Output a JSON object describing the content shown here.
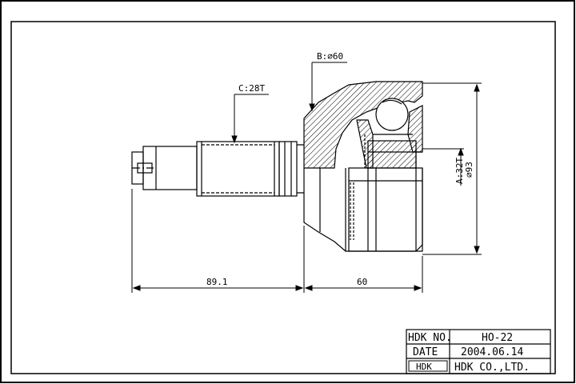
{
  "drawing": {
    "callouts": {
      "b_label": "B:⌀60",
      "c_label": "C:28T",
      "a_label": "A:32T",
      "outer_dia_label": "⌀93"
    },
    "dimensions": {
      "shaft_length": "89.1",
      "bell_length": "60"
    },
    "title_block": {
      "part_no_label": "HDK NO.",
      "part_no_value": "HO-22",
      "date_label": "DATE",
      "date_value": "2004.06.14",
      "logo_text": "HDK",
      "company_name": "HDK CO.,LTD."
    }
  }
}
